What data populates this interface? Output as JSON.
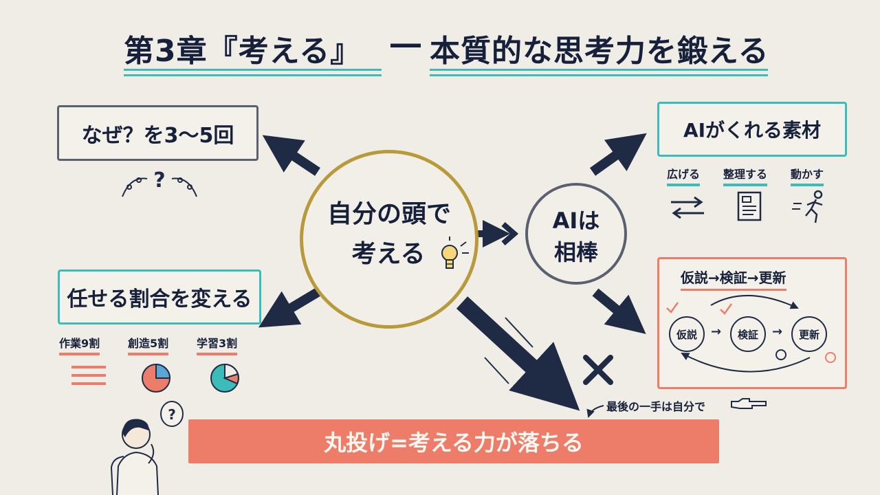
{
  "title": {
    "part1": "第3章『考える』",
    "dash": "―",
    "part2": "本質的な思考力を鍛える"
  },
  "center": {
    "line1": "自分の頭で",
    "line2": "考える"
  },
  "ai_circle": {
    "line1": "AIは",
    "line2": "相棒"
  },
  "why_box": {
    "label": "なぜ？を3〜5回"
  },
  "change_box": {
    "label": "任せる割合を変える"
  },
  "ratios": [
    {
      "label": "作業9割"
    },
    {
      "label": "創造5割"
    },
    {
      "label": "学習3割"
    }
  ],
  "ai_material": {
    "label": "AIがくれる素材",
    "items": [
      "広げる",
      "整理する",
      "動かす"
    ]
  },
  "cycle": {
    "title": "仮説→検証→更新",
    "nodes": [
      "仮説",
      "検証",
      "更新"
    ],
    "arrow": "→"
  },
  "warning": {
    "note": "最後の一手は自分で",
    "banner": "丸投げ=考える力が落ちる"
  },
  "colors": {
    "navy": "#1f2a44",
    "teal": "#3cbcb9",
    "coral": "#ec7d6b",
    "gold": "#b89a3a",
    "background": "#efede6"
  }
}
